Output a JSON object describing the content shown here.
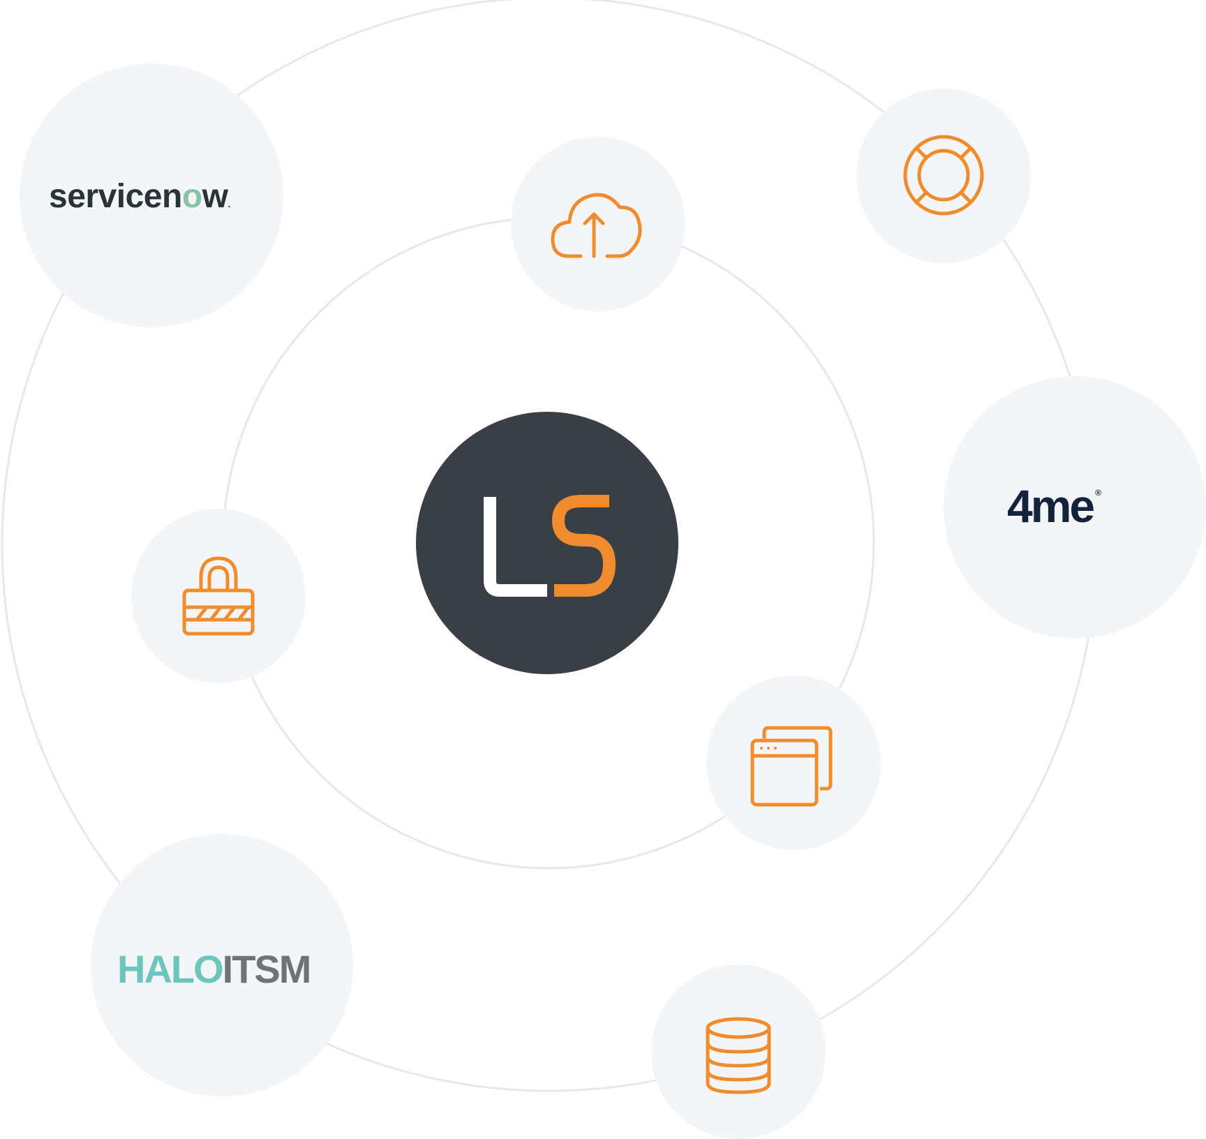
{
  "colors": {
    "accent": "#F08C2E",
    "center_bg": "#3A3E45",
    "node_bg": "#F4F5F7",
    "ring": "#E7E8EA",
    "servicenow_text": "#2A3338",
    "servicenow_o": "#8BC1A6",
    "fourme_text": "#13233C",
    "halo_teal": "#6CC6BE",
    "itsm_gray": "#6F7378"
  },
  "center": {
    "logo_letters": "LS"
  },
  "nodes": [
    {
      "id": "servicenow",
      "kind": "logo",
      "logo": {
        "parts": [
          "servicen",
          "o",
          "w"
        ],
        "mark": "."
      }
    },
    {
      "id": "cloud-upload",
      "kind": "icon",
      "icon": "cloud-upload-icon"
    },
    {
      "id": "lifebuoy",
      "kind": "icon",
      "icon": "lifebuoy-icon"
    },
    {
      "id": "fourme",
      "kind": "logo",
      "logo": {
        "text": "4me",
        "mark": "®"
      }
    },
    {
      "id": "padlock",
      "kind": "icon",
      "icon": "padlock-icon"
    },
    {
      "id": "browser-windows",
      "kind": "icon",
      "icon": "browser-windows-icon"
    },
    {
      "id": "haloitsm",
      "kind": "logo",
      "logo": {
        "parts": [
          "HALO",
          "ITSM"
        ]
      }
    },
    {
      "id": "database",
      "kind": "icon",
      "icon": "database-icon"
    }
  ]
}
